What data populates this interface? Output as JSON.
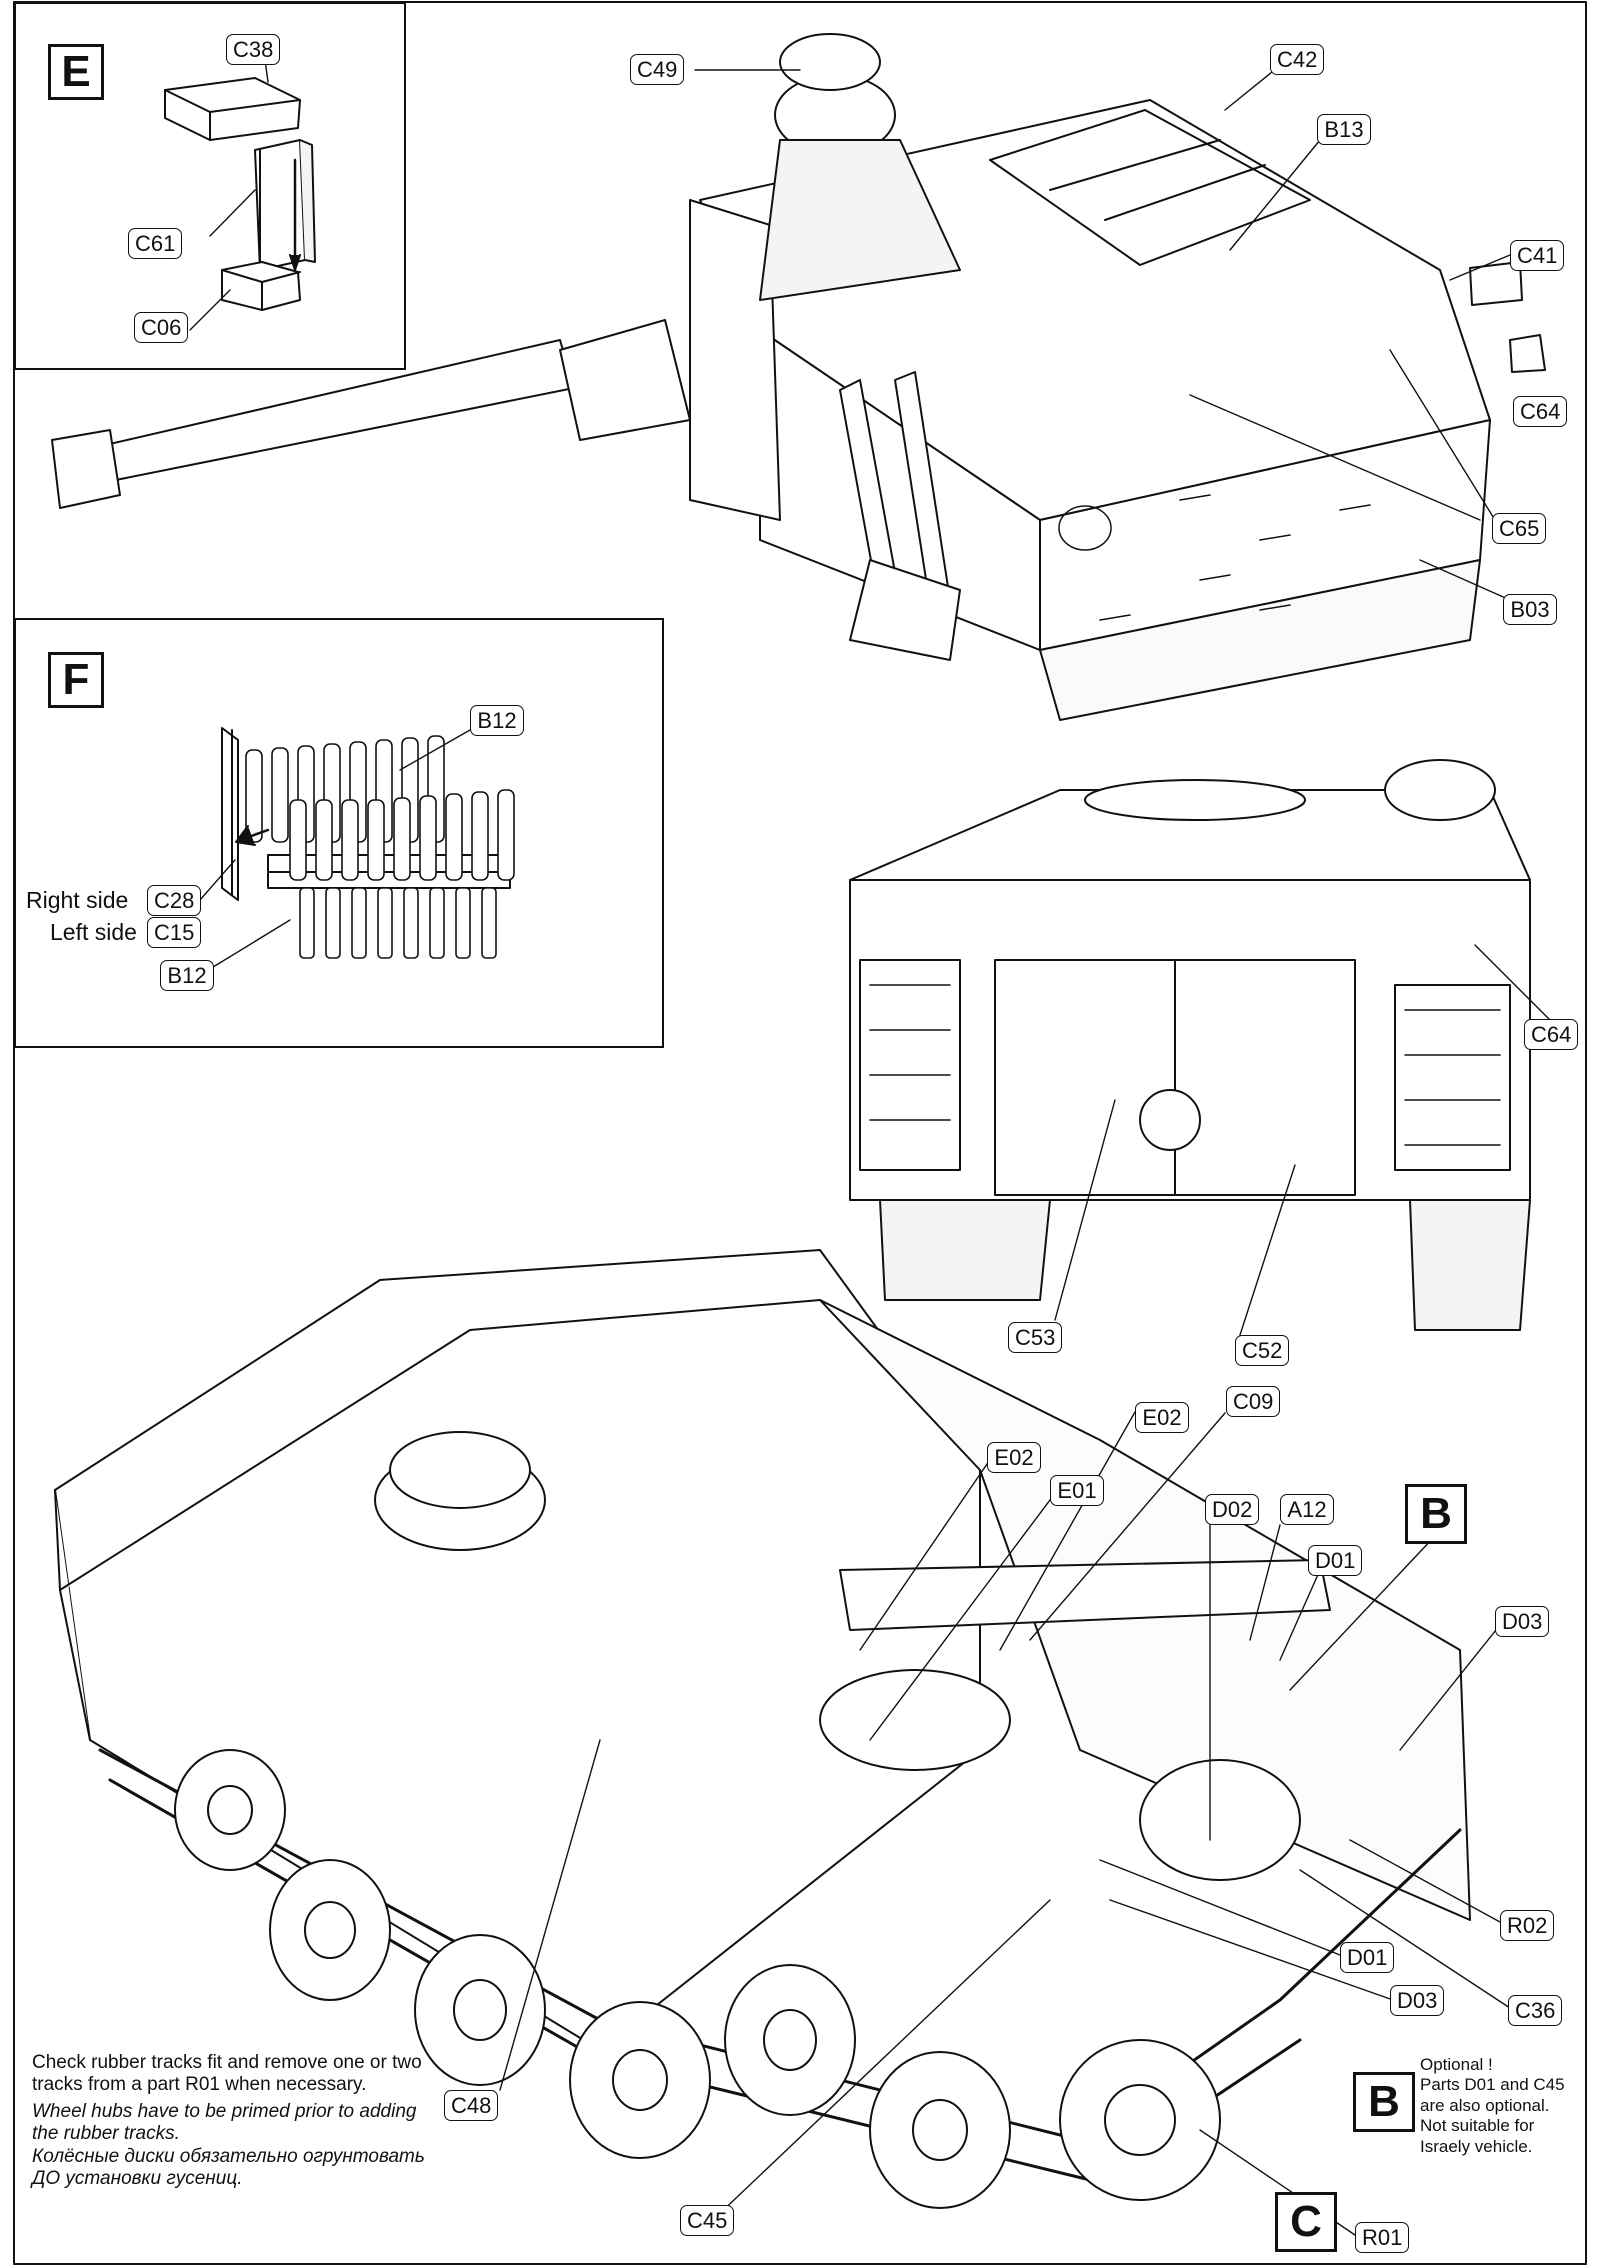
{
  "panels": {
    "E": {
      "letter": "E",
      "parts": [
        "C38",
        "C61",
        "C06"
      ]
    },
    "F": {
      "letter": "F",
      "parts": [
        "B12",
        "C28",
        "C15",
        "B12"
      ],
      "right_side_label": "Right side",
      "left_side_label": "Left side"
    }
  },
  "callouts": {
    "top_view": [
      "C49",
      "C42",
      "B13",
      "C41",
      "C64",
      "C65",
      "B03"
    ],
    "rear_view": [
      "C64",
      "C53",
      "C52"
    ],
    "main_view": [
      "E02",
      "E02",
      "C09",
      "E01",
      "D02",
      "A12",
      "D01",
      "D03",
      "R02",
      "D01",
      "D03",
      "C36",
      "C48",
      "C45",
      "R01"
    ]
  },
  "step_markers": {
    "B_top": "B",
    "B_bottom": "B",
    "C": "C"
  },
  "notes": {
    "fit_note": "Check rubber tracks fit and remove one or two tracks from a part R01 when necessary.",
    "primer_note_en": "Wheel hubs have to be primed prior to adding the rubber tracks.",
    "primer_note_ru": "Колёсные диски обязательно огрунтовать ДО установки гусениц."
  },
  "optional_note": {
    "line1": "Optional !",
    "line2": "Parts D01 and C45",
    "line3": "are also optional.",
    "line4": "Not suitable for",
    "line5": "Israely vehicle."
  }
}
